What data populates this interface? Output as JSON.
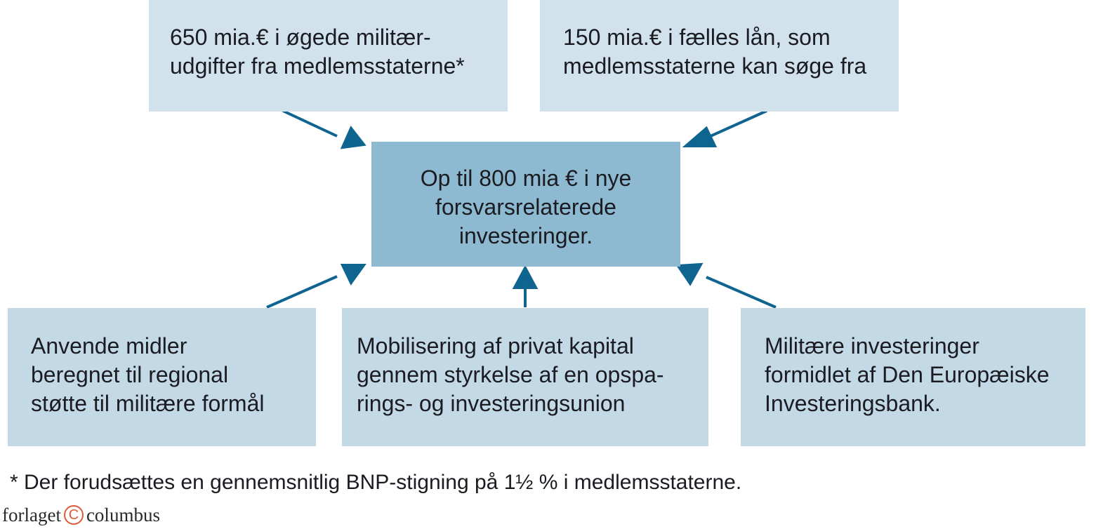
{
  "diagram": {
    "colors": {
      "arrow": "#0f6490",
      "box_light": "#d2e2ec",
      "box_mid": "#c3d9e6",
      "box_center": "#8db9d1",
      "logo_accent": "#e05a3a"
    },
    "top_left": {
      "lines": [
        "650 mia.€ i øgede militær-",
        "udgifter fra medlemsstaterne*"
      ]
    },
    "top_right": {
      "lines": [
        "150 mia.€ i fælles lån, som",
        "medlemsstaterne kan søge fra"
      ]
    },
    "center": {
      "lines": [
        "Op til 800 mia € i nye",
        "forsvarsrelaterede",
        "investeringer."
      ]
    },
    "bottom_left": {
      "lines": [
        "Anvende midler",
        "beregnet til regional",
        "støtte til militære formål"
      ]
    },
    "bottom_middle": {
      "lines": [
        "Mobilisering af privat kapital",
        "gennem styrkelse af en opspa-",
        "rings- og investeringsunion"
      ]
    },
    "bottom_right": {
      "lines": [
        "Militære investeringer",
        "formidlet af Den Europæiske",
        "Investeringsbank."
      ]
    },
    "arrows": [
      {
        "from": "top_left",
        "to": "center",
        "icon": "arrow-icon"
      },
      {
        "from": "top_right",
        "to": "center",
        "icon": "arrow-icon"
      },
      {
        "from": "bottom_left",
        "to": "center",
        "icon": "arrow-icon"
      },
      {
        "from": "bottom_middle",
        "to": "center",
        "icon": "arrow-icon"
      },
      {
        "from": "bottom_right",
        "to": "center",
        "icon": "arrow-icon"
      }
    ]
  },
  "footnote": "* Der forudsættes en gennemsnitlig BNP-stigning på 1½ % i medlemsstaterne.",
  "logo": {
    "left_text": "forlaget",
    "icon_glyph": "C",
    "right_text": "columbus"
  }
}
